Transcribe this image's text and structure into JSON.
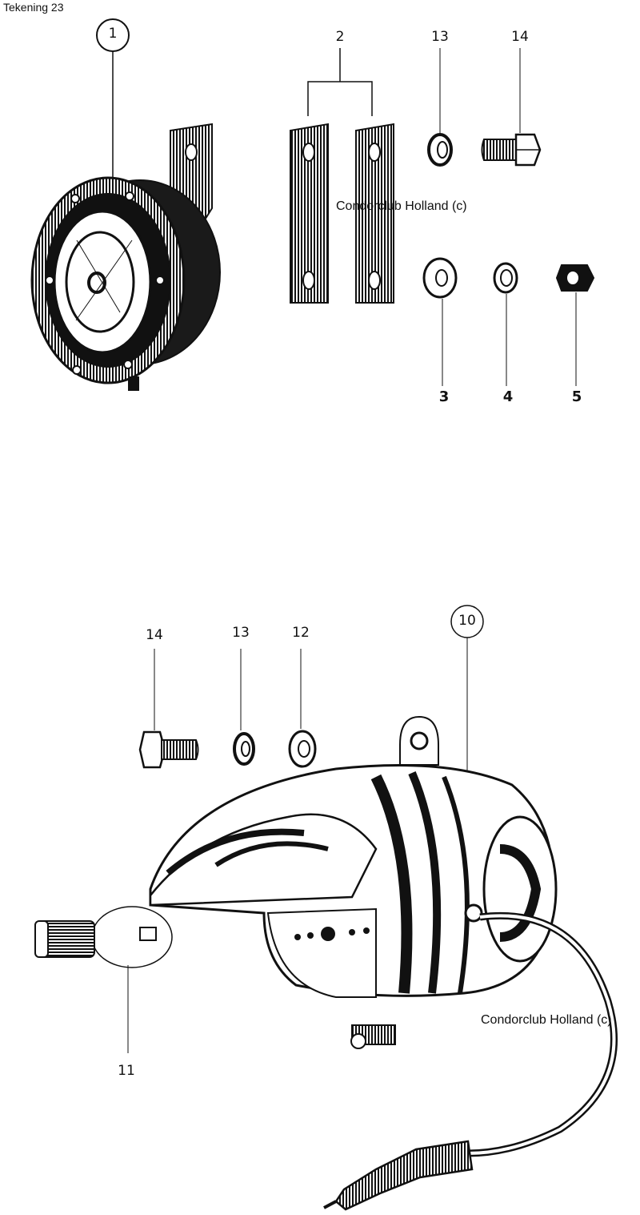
{
  "page": {
    "title": "Tekening 23",
    "watermarks": [
      "Condorclub Holland (c)",
      "Condorclub Holland (c)"
    ]
  },
  "top_diagram": {
    "callouts": {
      "c1": "1",
      "c2": "2",
      "c13": "13",
      "c14": "14",
      "c3": "3",
      "c4": "4",
      "c5": "5"
    }
  },
  "bottom_diagram": {
    "callouts": {
      "c14": "14",
      "c13": "13",
      "c12": "12",
      "c10": "10",
      "c11": "11"
    }
  }
}
